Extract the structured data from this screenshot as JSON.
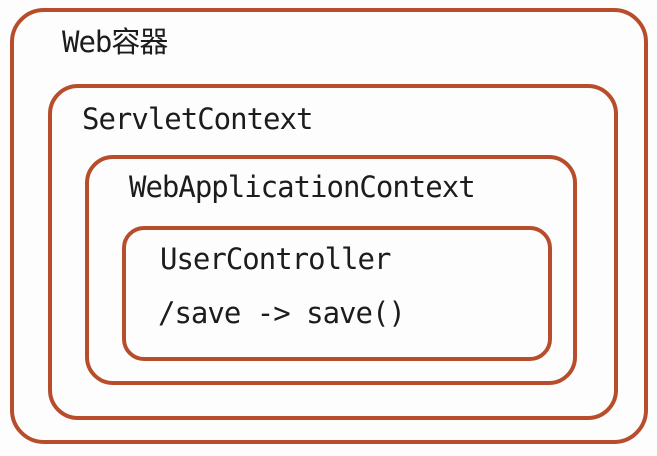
{
  "diagram": {
    "title": "Spring MVC context nesting diagram",
    "colors": {
      "border": "#b84d2b",
      "text": "#1c1c1c",
      "background": "#fdfdfd"
    },
    "boxes": {
      "web_container": {
        "label": "Web容器"
      },
      "servlet_context": {
        "label": "ServletContext"
      },
      "web_application_context": {
        "label": "WebApplicationContext"
      },
      "user_controller": {
        "label": "UserController",
        "mapping": "/save -> save()"
      }
    }
  }
}
